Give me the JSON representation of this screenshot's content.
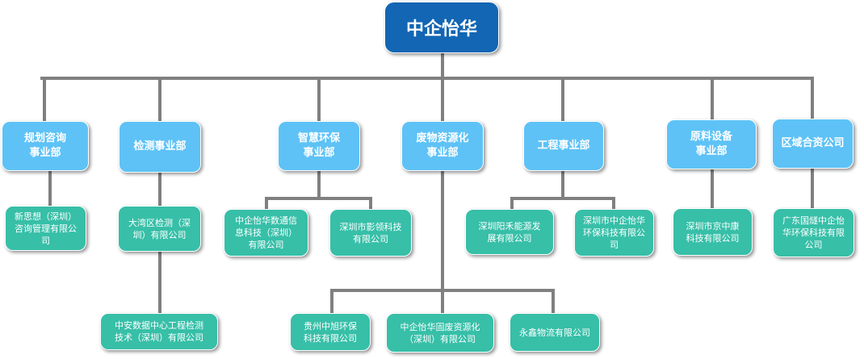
{
  "root": {
    "label": "中企怡华"
  },
  "departments": [
    {
      "label": "规划咨询\n事业部"
    },
    {
      "label": "检测事业部"
    },
    {
      "label": "智慧环保\n事业部"
    },
    {
      "label": "废物资源化\n事业部"
    },
    {
      "label": "工程事业部"
    },
    {
      "label": "原料设备\n事业部"
    },
    {
      "label": "区域合资公司"
    }
  ],
  "companies": [
    {
      "label": "新思想（深圳）\n咨询管理有限公\n司"
    },
    {
      "label": "大湾区检测（深\n圳）有限公司"
    },
    {
      "label": "中安数据中心工程检测\n技术（深圳）有限公司"
    },
    {
      "label": "中企怡华数通信\n息科技（深圳）\n有限公司"
    },
    {
      "label": "深圳市影领科技\n有限公司"
    },
    {
      "label": "贵州中旭环保\n科技有限公司"
    },
    {
      "label": "中企怡华固废资源化\n（深圳）有限公司"
    },
    {
      "label": "永鑫物流有限公司"
    },
    {
      "label": "深圳阳禾能源发\n展有限公司"
    },
    {
      "label": "深圳市中企怡华\n环保科技有限公\n司"
    },
    {
      "label": "深圳市京中康\n科技有限公司"
    },
    {
      "label": "广东国燧中企怡\n华环保科技有限\n公司"
    }
  ]
}
